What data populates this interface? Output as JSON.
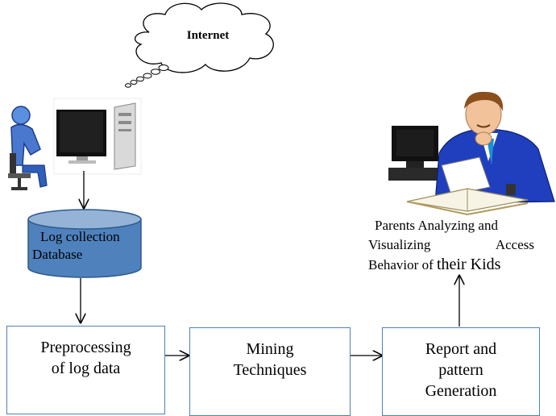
{
  "cloud_label": "Internet",
  "database_label": [
    "Log collection",
    "Database"
  ],
  "boxes": {
    "preprocessing": [
      "Preprocessing",
      "of log data"
    ],
    "mining": [
      "Mining",
      "Techniques"
    ],
    "report": [
      "Report and",
      "pattern",
      "Generation"
    ]
  },
  "parents_caption": {
    "line1": "Parents Analyzing and",
    "line2_left": "Visualizing",
    "line2_right": "Access",
    "line3_a": "Behavior of ",
    "line3_b": "their Kids"
  },
  "colors": {
    "box_border": "#4f81bd",
    "database_fill": "#4f81bd",
    "database_top": "#95b3d7",
    "suit": "#1f3fbf"
  }
}
